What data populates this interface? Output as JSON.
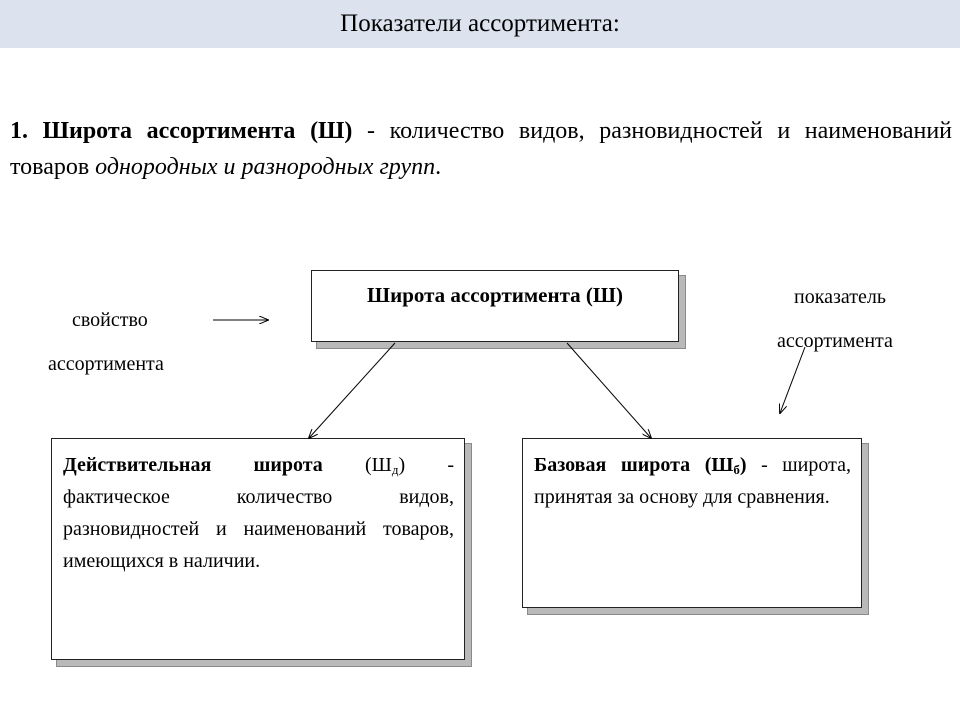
{
  "header": {
    "title": "Показатели ассортимента:"
  },
  "definition": {
    "number": "1.",
    "term": "Широта ассортимента (Ш)",
    "dash_text": " - количество видов, разновидностей и наименований товаров ",
    "italic_text": "однородных и разнородных групп",
    "end": "."
  },
  "labels": {
    "property_line1": "свойство",
    "property_line2": "ассортимента",
    "indicator_line1": "показатель",
    "indicator_line2": "ассортимента"
  },
  "main_box": {
    "label": "Широта ассортимента (Ш)"
  },
  "actual_box": {
    "term": "Действительная широта",
    "paren_open": " (Ш",
    "subscript": "д",
    "paren_close": ")",
    "description": " - фактическое количество видов, разновидностей и наименований товаров, имеющихся в наличии."
  },
  "base_box": {
    "term": "Базовая широта (Ш",
    "subscript": "б",
    "paren_close": ")",
    "description": " - широта, принятая за основу для сравнения."
  }
}
